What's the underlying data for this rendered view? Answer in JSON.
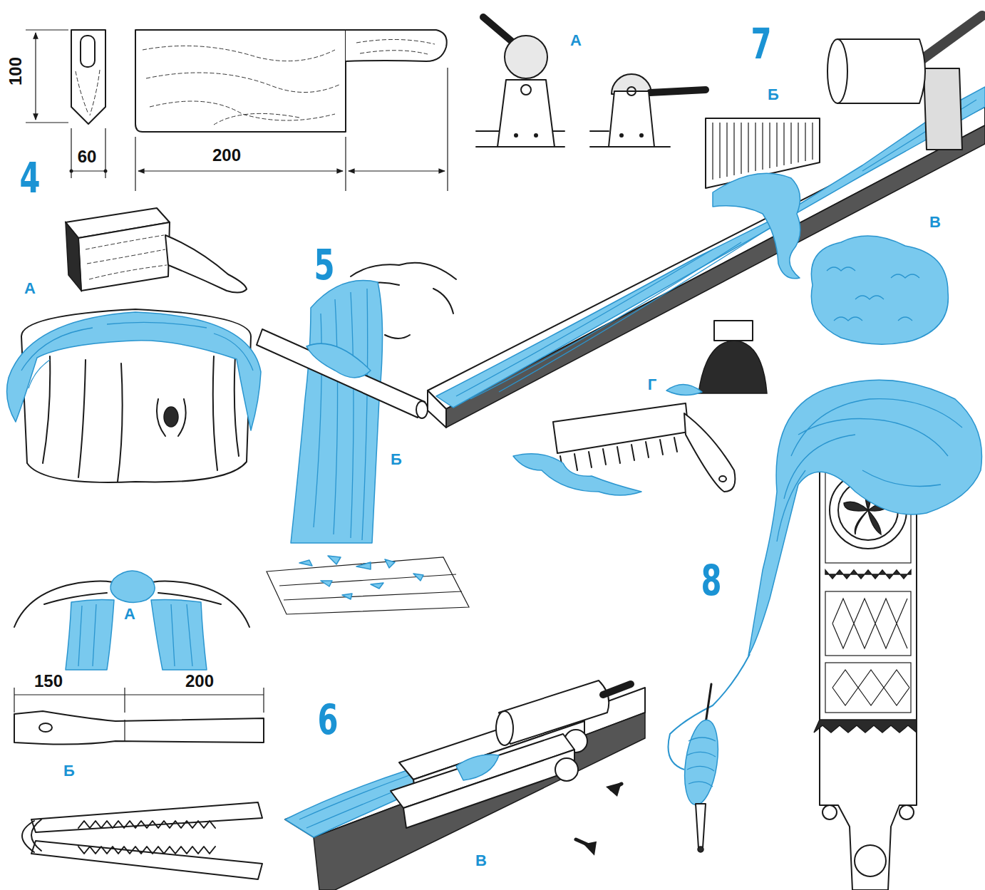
{
  "diagram": {
    "labels": [
      "100",
      "60",
      "200",
      "4",
      "А",
      "А",
      "7",
      "Б",
      "В",
      "5",
      "Б",
      "Г",
      "8",
      "А",
      "150",
      "200",
      "Б",
      "6",
      "В"
    ]
  }
}
